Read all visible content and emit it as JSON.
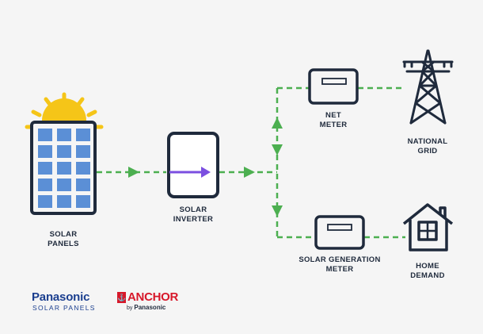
{
  "diagram": {
    "title": "Solar energy flow with net metering",
    "nodes": {
      "solar_panels": {
        "label_line1": "SOLAR",
        "label_line2": "PANELS"
      },
      "solar_inverter": {
        "label_line1": "SOLAR",
        "label_line2": "INVERTER"
      },
      "net_meter": {
        "label_line1": "NET",
        "label_line2": "METER"
      },
      "national_grid": {
        "label_line1": "NATIONAL",
        "label_line2": "GRID"
      },
      "solar_generation_meter": {
        "label_line1": "SOLAR GENERATION",
        "label_line2": "METER"
      },
      "home_demand": {
        "label_line1": "HOME",
        "label_line2": "DEMAND"
      }
    },
    "flows": [
      {
        "from": "solar_panels",
        "to": "solar_inverter",
        "direction": "right"
      },
      {
        "from": "solar_inverter",
        "to": "junction",
        "direction": "right"
      },
      {
        "from": "junction",
        "to": "net_meter",
        "direction": "up"
      },
      {
        "from": "net_meter",
        "to": "junction",
        "direction": "down"
      },
      {
        "from": "junction",
        "to": "solar_generation_meter",
        "direction": "down"
      },
      {
        "from": "net_meter",
        "to": "national_grid",
        "direction": "bidirectional"
      },
      {
        "from": "solar_generation_meter",
        "to": "home_demand",
        "direction": "right"
      }
    ],
    "colors": {
      "background": "#f5f5f5",
      "outline": "#1f2a3c",
      "flow": "#4caf50",
      "panel_cell": "#5b8fd6",
      "sun": "#f5c518",
      "inverter_arrow": "#7b4fe0"
    }
  },
  "logos": {
    "panasonic": {
      "name": "Panasonic",
      "tagline": "SOLAR PANELS"
    },
    "anchor": {
      "name": "ANCHOR",
      "by": "by",
      "brand": "Panasonic"
    }
  }
}
